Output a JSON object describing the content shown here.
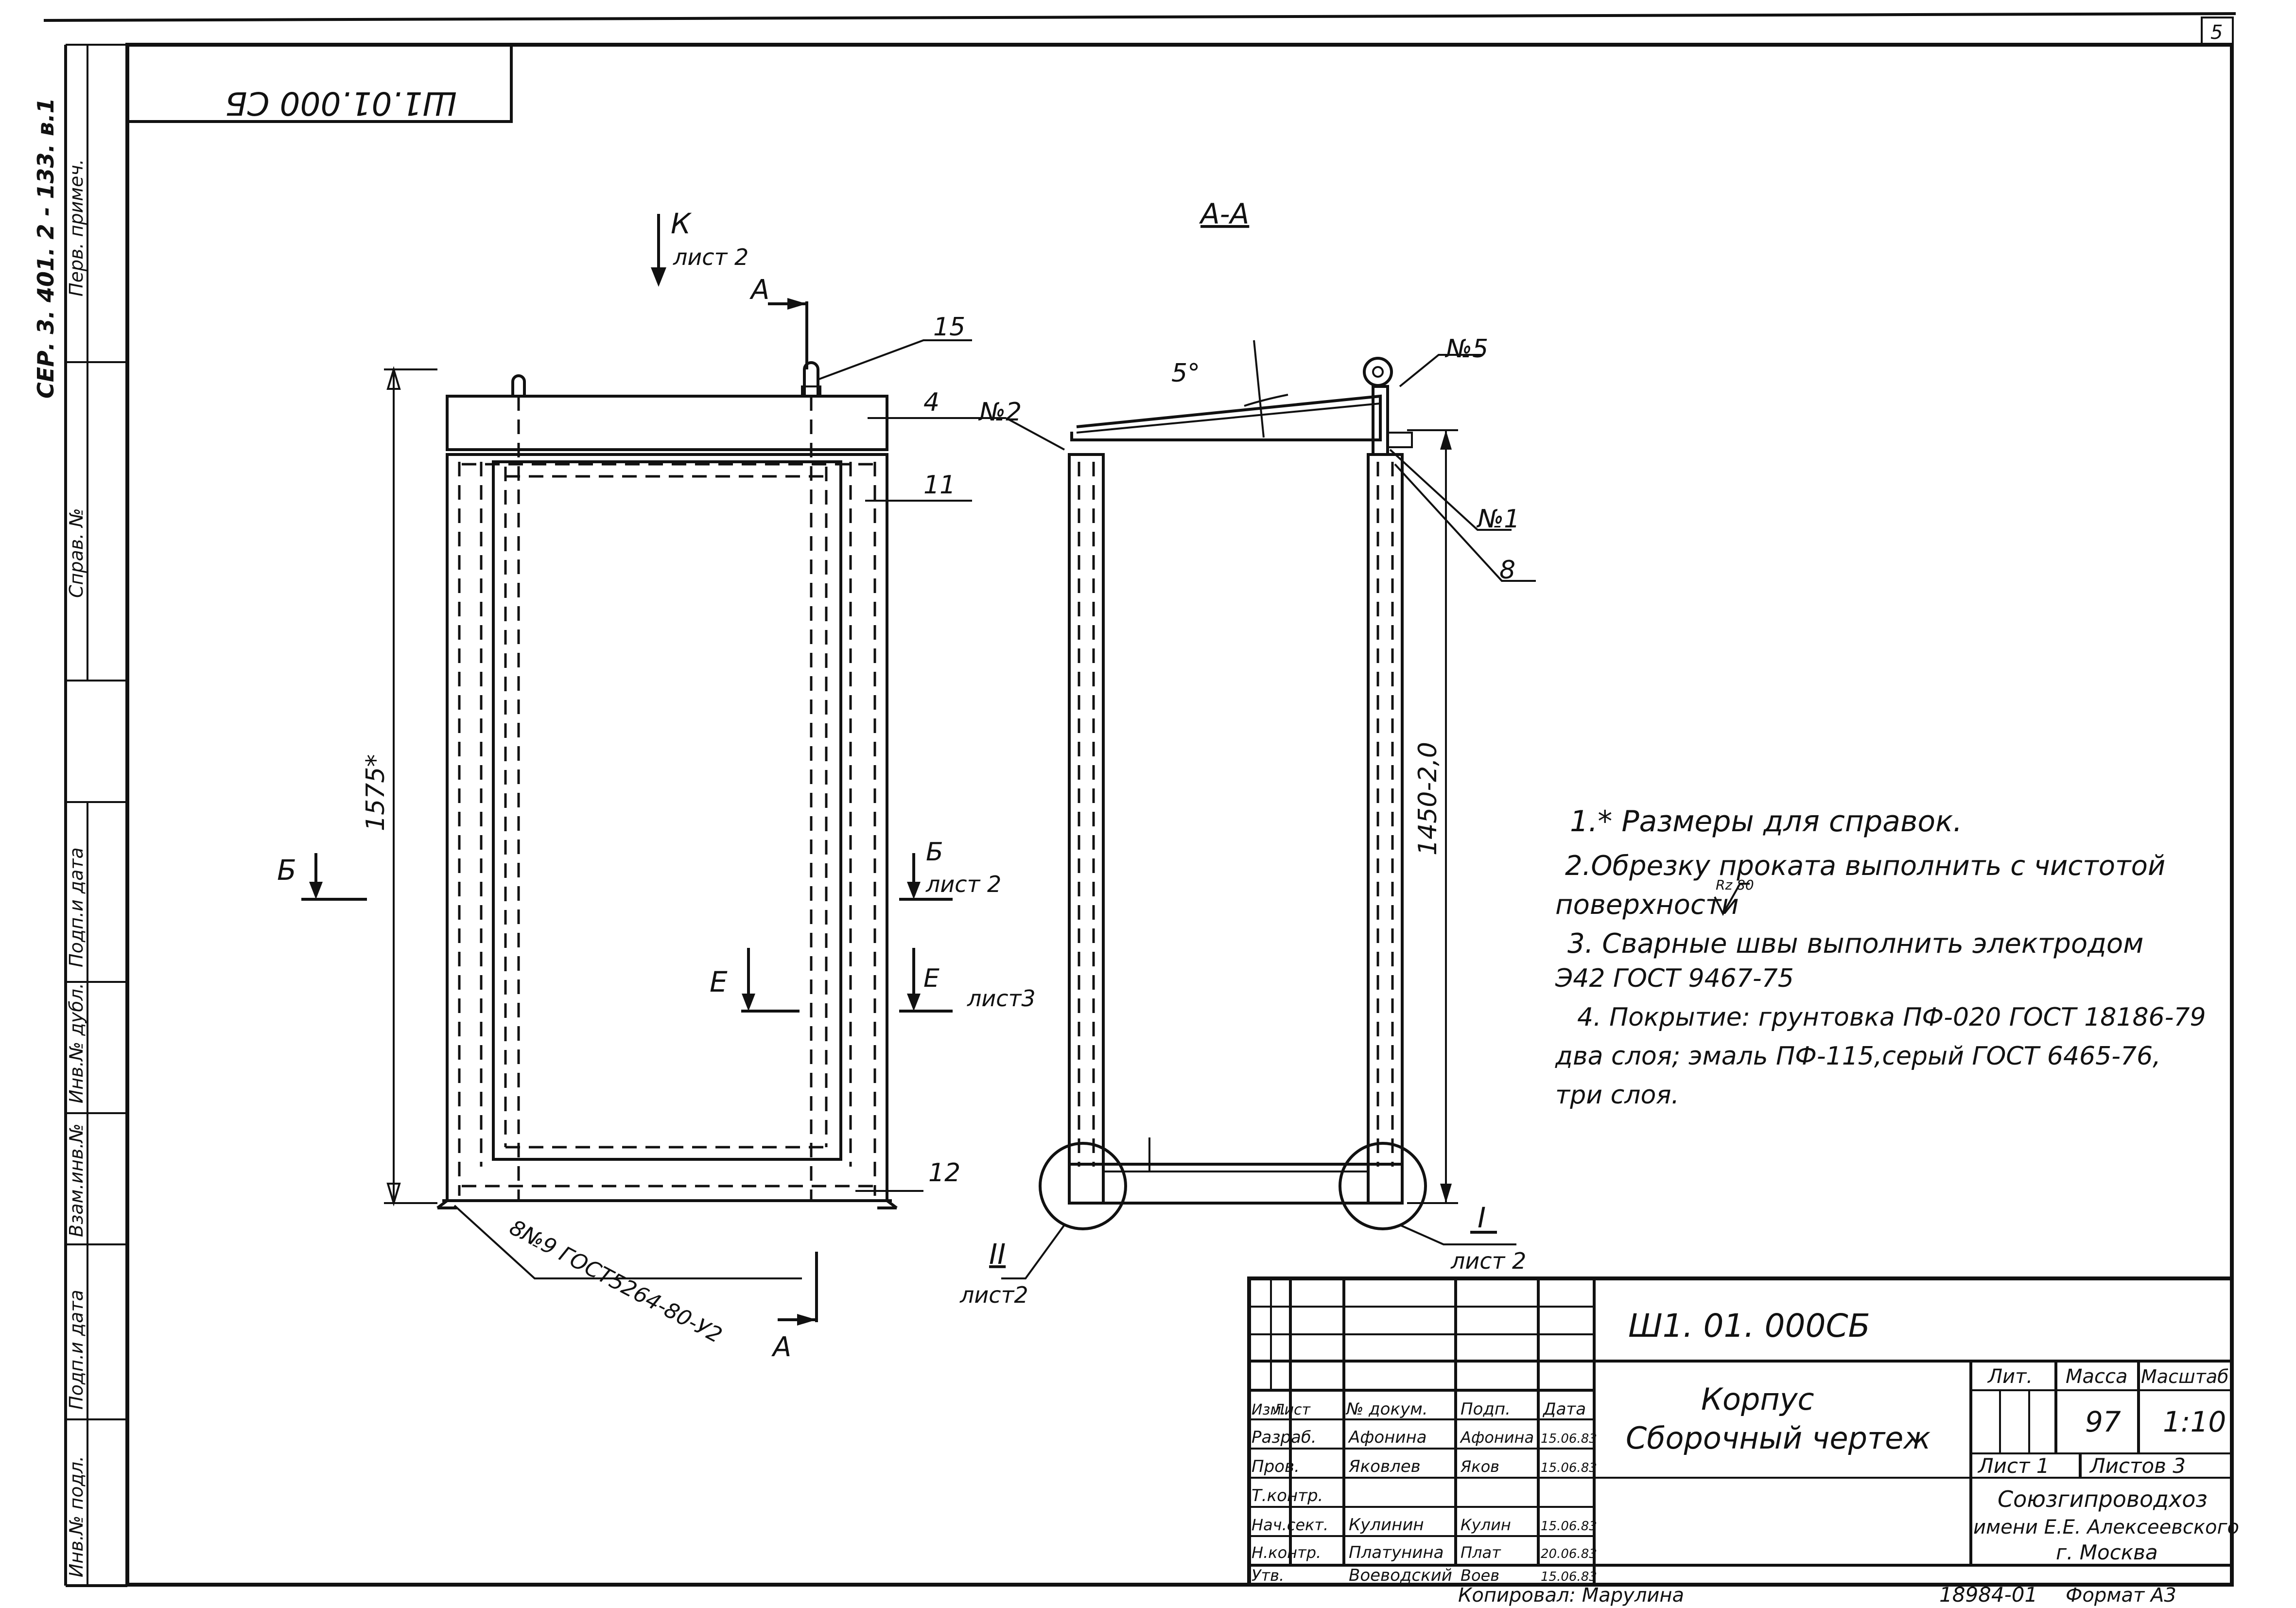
{
  "designation_box": "Ш1.01.000 СБ",
  "page_corner": "5",
  "left_strip": {
    "series": "СЕР. 3. 401. 2 - 133. в.1",
    "perv_primen": "Перв. примеч.",
    "sprav": "Справ. №",
    "podp_data_1": "Подп.и дата",
    "inv_dubl": "Инв.№ дубл.",
    "vzam_inv": "Взам.инв.№",
    "podp_data_2": "Подп.и дата",
    "inv_podl": "Инв.№ подл."
  },
  "front_view": {
    "view_k": "К",
    "list2_k": "лист 2",
    "section_a_top": "А",
    "pos_15": "15",
    "pos_4": "4",
    "pos_11": "11",
    "pos_12": "12",
    "dim_height": "1575*",
    "section_b_left": "Б",
    "section_b_right": "Б",
    "list2_b": "лист 2",
    "view_e_left": "Е",
    "view_e_right": "Е",
    "list3_e": "лист3",
    "channel_note": "8№9 ГОСТ5264-80-У2",
    "section_a_bottom": "А"
  },
  "section_view": {
    "title": "А-А",
    "angle": "5°",
    "weld_5": "№5",
    "weld_2": "№2",
    "weld_1": "№1",
    "pos_8": "8",
    "dim_height": "1450-2,0",
    "detail_2": "II",
    "detail_2_list": "лист2",
    "detail_1": "I",
    "detail_1_list": "лист 2"
  },
  "notes": [
    "1.* Размеры для справок.",
    "2.Обрезку проката выполнить с чистотой",
    "поверхности",
    "3. Сварные швы выполнить электродом",
    "Э42 ГОСТ 9467-75",
    "4. Покрытие: грунтовка ПФ-020 ГОСТ 18186-79",
    "два слоя; эмаль ПФ-115,серый ГОСТ 6465-76,",
    "три слоя."
  ],
  "roughness": "Rz 80",
  "title_block": {
    "designation": "Ш1. 01. 000СБ",
    "name_line1": "Корпус",
    "name_line2": "Сборочный чертеж",
    "col_headers": [
      "Изм.",
      "Лист",
      "№ докум.",
      "Подп.",
      "Дата"
    ],
    "rows": [
      {
        "role": "Разраб.",
        "name": "Афонина",
        "sign": "Афонина",
        "date": "15.06.83"
      },
      {
        "role": "Пров.",
        "name": "Яковлев",
        "sign": "Яков",
        "date": "15.06.83"
      },
      {
        "role": "Т.контр.",
        "name": "",
        "sign": "",
        "date": ""
      },
      {
        "role": "Нач.сект.",
        "name": "Кулинин",
        "sign": "Кулин",
        "date": "15.06.83"
      },
      {
        "role": "Н.контр.",
        "name": "Платунина",
        "sign": "Плат",
        "date": "20.06.83"
      },
      {
        "role": "Утв.",
        "name": "Воеводский",
        "sign": "Воев",
        "date": "15.06.83"
      }
    ],
    "lit_label": "Лит.",
    "mass_label": "Масса",
    "scale_label": "Масштаб",
    "mass_value": "97",
    "scale_value": "1:10",
    "sheet_label": "Лист 1",
    "sheets_label": "Листов 3",
    "org_line1": "Союзгипроводхоз",
    "org_line2": "имени Е.Е. Алексеевского",
    "org_line3": "г. Москва"
  },
  "copied_by": "Копировал: Марулина",
  "archive_no": "18984-01",
  "format": "Формат А3"
}
